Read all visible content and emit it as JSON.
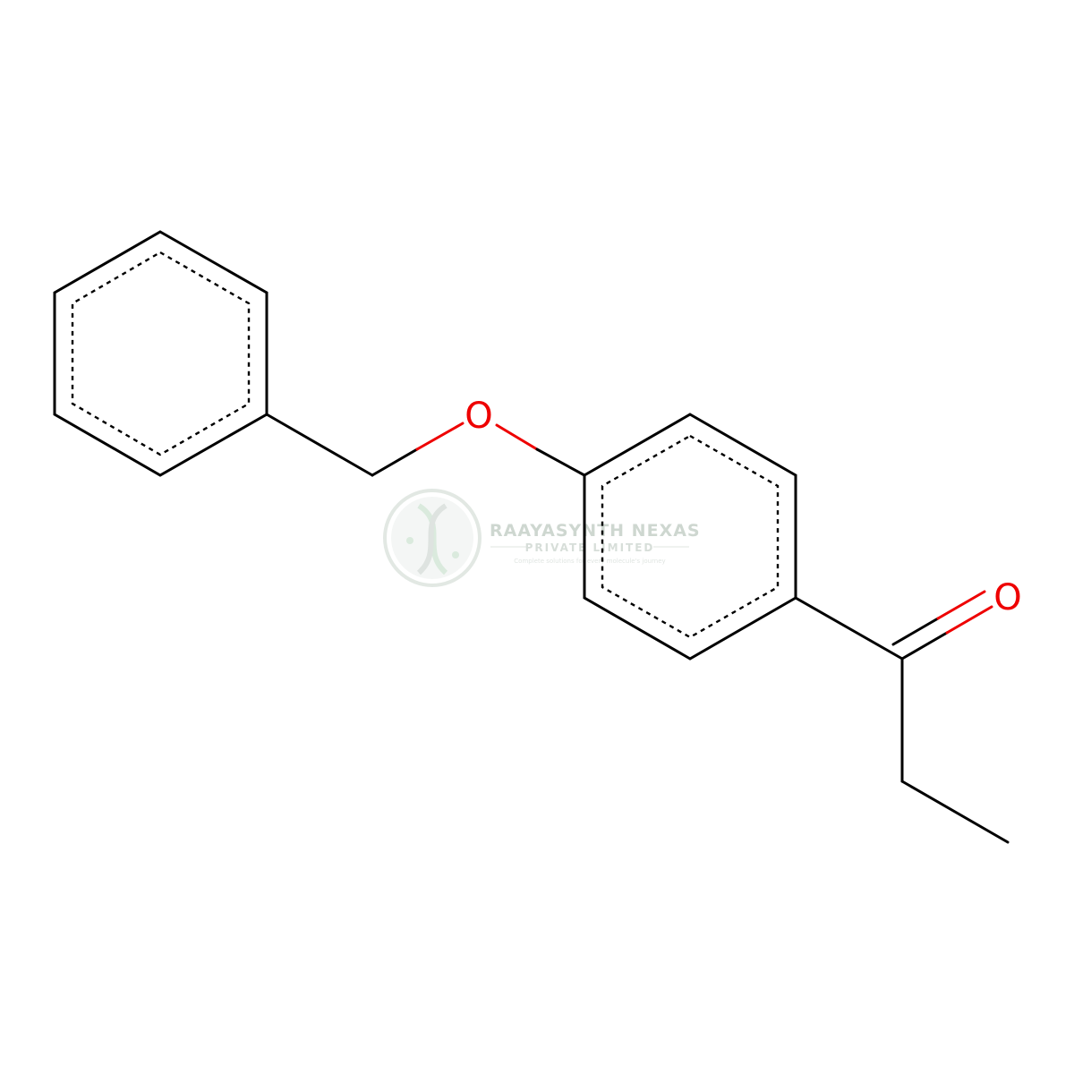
{
  "molecule": {
    "atoms": {
      "ether_oxygen": "O",
      "carbonyl_oxygen": "O"
    },
    "colors": {
      "bond": "#000000",
      "oxygen": "#ee0000",
      "watermark": "#c9d3cc"
    }
  },
  "watermark": {
    "company": "RAAYASYNTH NEXAS",
    "subtitle": "PRIVATE LIMITED",
    "tagline": "Complete solutions for every molecule's journey"
  }
}
